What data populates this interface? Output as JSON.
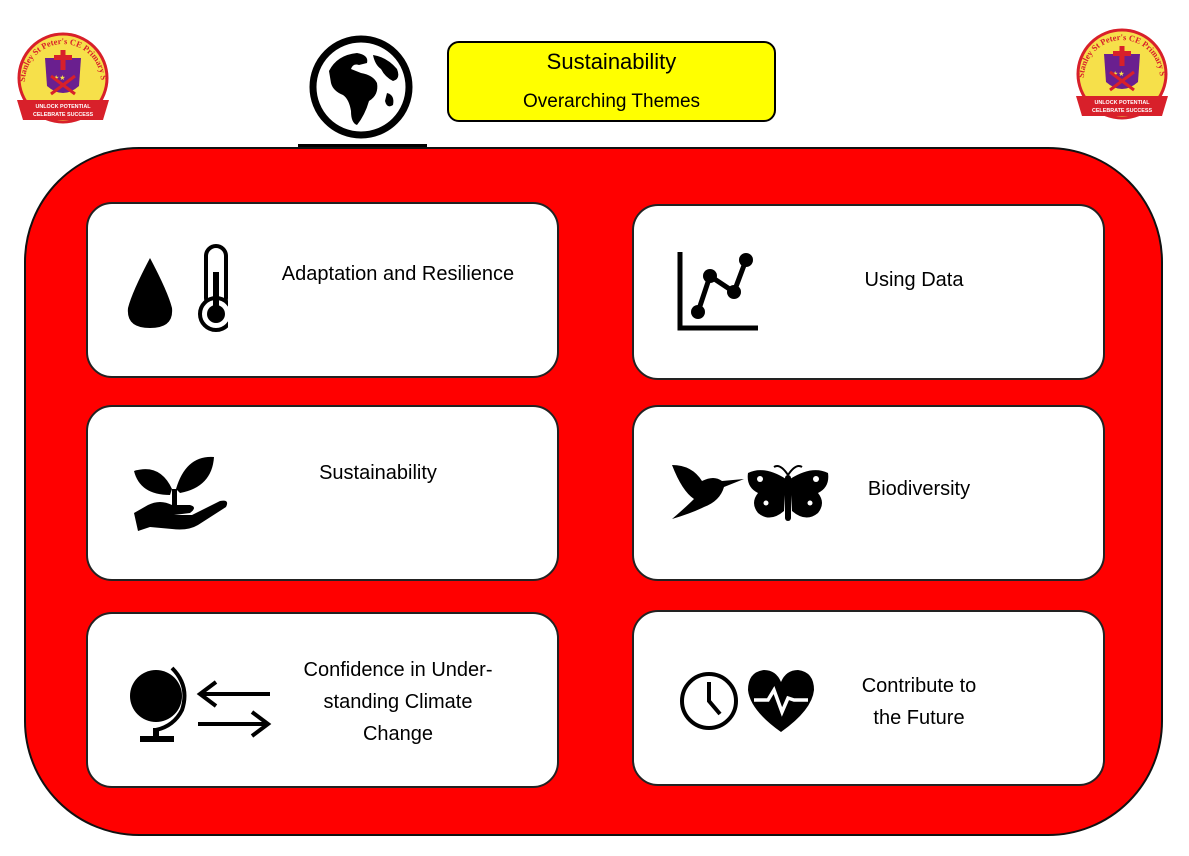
{
  "header": {
    "title": "Sustainability",
    "subtitle": "Overarching Themes"
  },
  "crest": {
    "ring_text": "Stanley St Peter's CE Primary School",
    "ribbon_line1": "UNLOCK POTENTIAL",
    "ribbon_line2": "CELEBRATE SUCCESS"
  },
  "themes": [
    {
      "label": "Adaptation and Resilience",
      "icons": [
        "water-drop-icon",
        "thermometer-icon"
      ]
    },
    {
      "label": "Using Data",
      "icons": [
        "line-graph-icon"
      ]
    },
    {
      "label": "Sustainability",
      "icons": [
        "plant-in-hand-icon"
      ]
    },
    {
      "label": "Biodiversity",
      "icons": [
        "hummingbird-icon",
        "butterfly-icon"
      ]
    },
    {
      "label_line1": "Confidence in Under-",
      "label_line2": "standing Climate",
      "label_line3": "Change",
      "icons": [
        "desk-globe-icon",
        "exchange-arrows-icon"
      ]
    },
    {
      "label_line1": "Contribute to",
      "label_line2": "the Future",
      "icons": [
        "clock-icon",
        "heartbeat-icon"
      ]
    }
  ],
  "colors": {
    "frame": "#ff0000",
    "title_box": "#ffff00",
    "crest_gold": "#f6e04a",
    "crest_red": "#d8202a",
    "crest_purple": "#6a1f8f"
  }
}
